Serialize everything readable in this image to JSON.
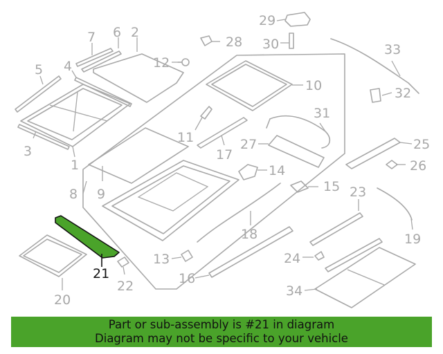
{
  "highlight_part": "21",
  "colors": {
    "highlight": "#4aa32a",
    "parts": "#a8a8a8",
    "banner": "#4aa32a"
  },
  "callouts": {
    "c1": "1",
    "c2": "2",
    "c3": "3",
    "c4": "4",
    "c5": "5",
    "c6": "6",
    "c7": "7",
    "c8": "8",
    "c9": "9",
    "c10": "10",
    "c11": "11",
    "c12": "12",
    "c13": "13",
    "c14": "14",
    "c15": "15",
    "c16": "16",
    "c17": "17",
    "c18": "18",
    "c19": "19",
    "c20": "20",
    "c21": "21",
    "c22": "22",
    "c23": "23",
    "c24": "24",
    "c25": "25",
    "c26": "26",
    "c27": "27",
    "c28": "28",
    "c29": "29",
    "c30": "30",
    "c31": "31",
    "c32": "32",
    "c33": "33",
    "c34": "34"
  },
  "banner": {
    "line1": "Part or sub-assembly is #21 in diagram",
    "line2": "Diagram may not be specific to your vehicle"
  }
}
